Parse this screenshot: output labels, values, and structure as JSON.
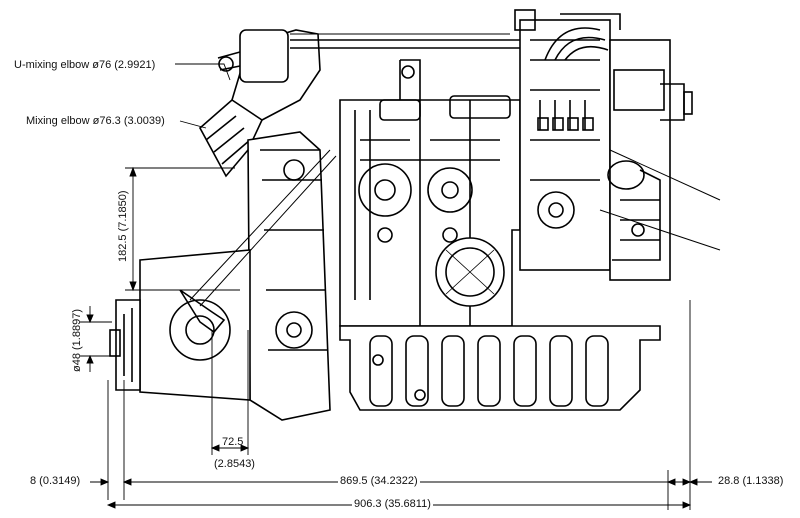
{
  "labels": {
    "u_mixing_elbow": "U-mixing elbow ø76 (2.9921)",
    "mixing_elbow": "Mixing elbow ø76.3 (3.0039)",
    "dim_182_5": "182.5 (7.1850)",
    "dim_48": "ø48 (1.8897)",
    "dim_72_5": "72.5",
    "dim_72_5_in": "(2.8543)",
    "dim_8": "8 (0.3149)",
    "dim_869_5": "869.5 (34.2322)",
    "dim_28_8": "28.8 (1.1338)",
    "dim_906_3": "906.3 (35.6811)"
  }
}
